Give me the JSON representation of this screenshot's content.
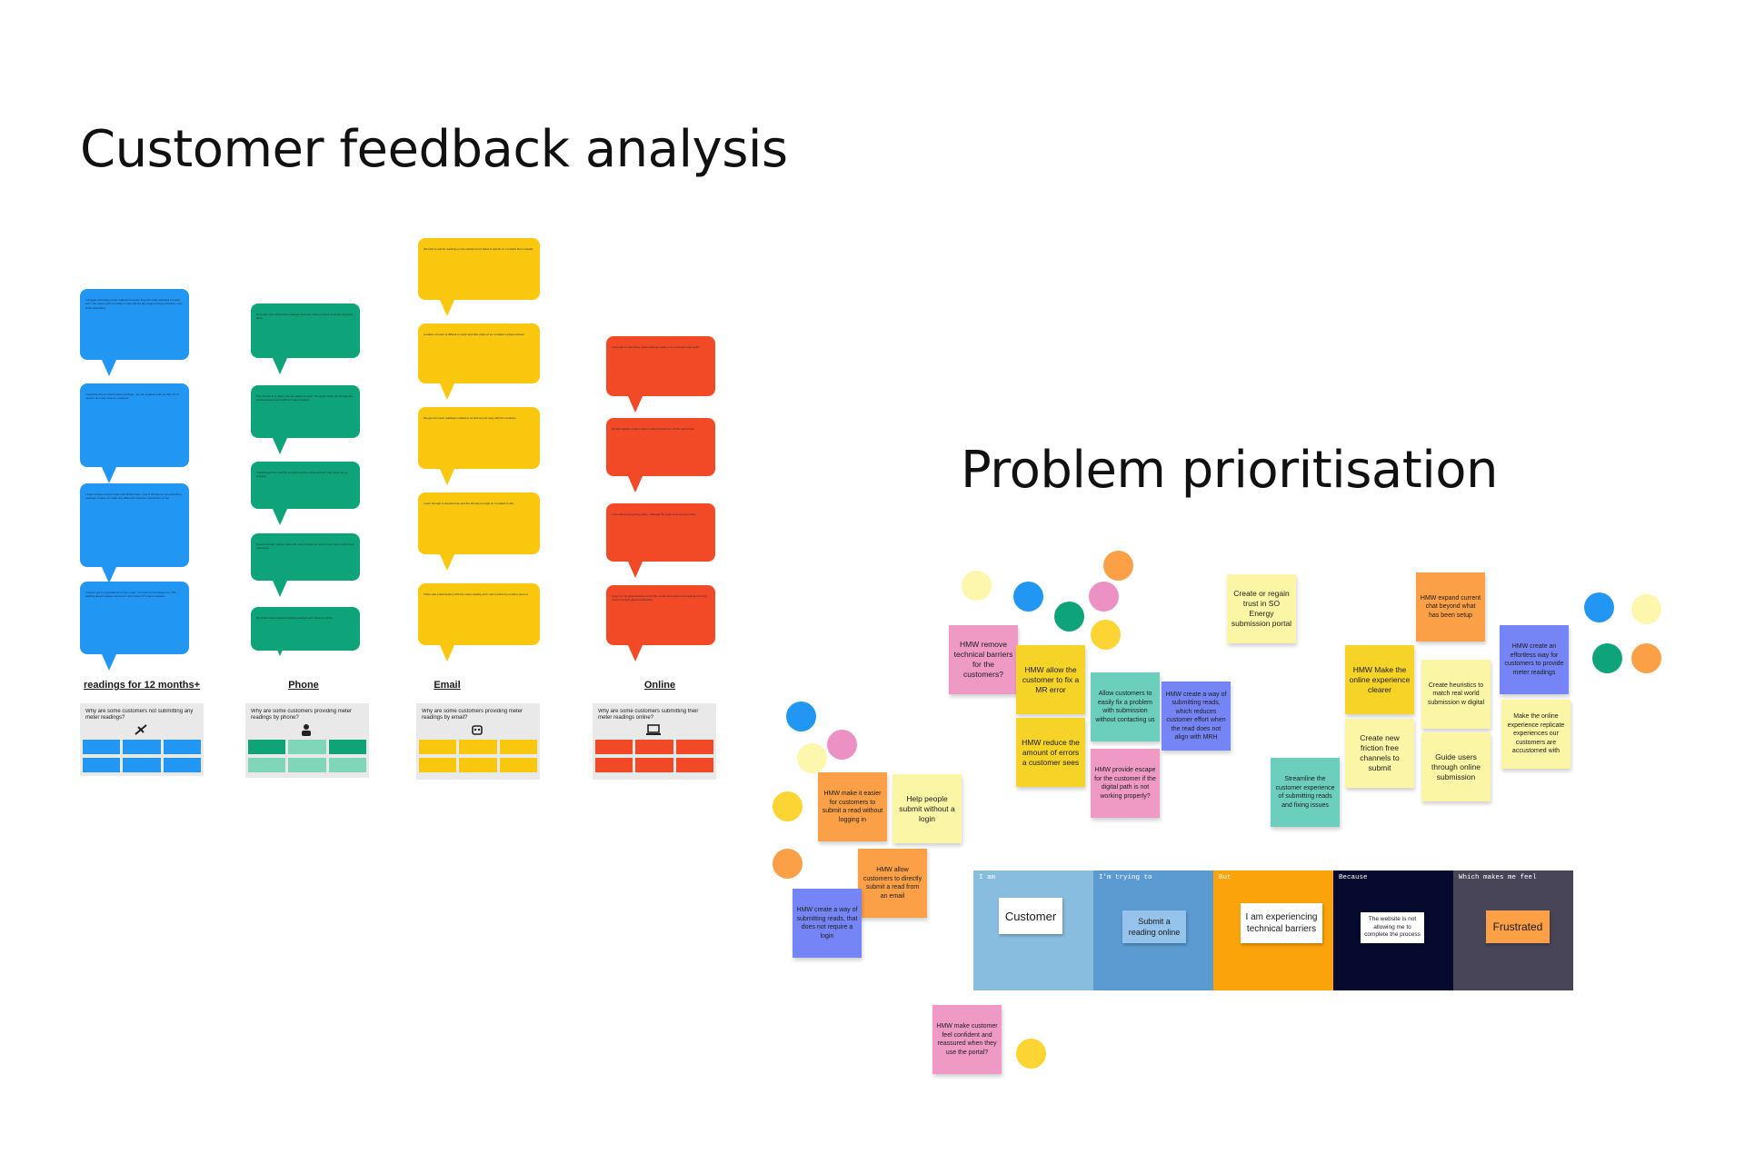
{
  "titles": {
    "feedback": "Customer feedback analysis",
    "prioritisation": "Problem prioritisation"
  },
  "columns": [
    {
      "label": "readings for 12 months+",
      "color": "#2196f3",
      "bubbles": [
        "I struggle submitting meter readings because they are really awkward to reach and I can never work out what to read and the app keeps timing out before I can finish submitting.",
        "I would be fine to submit meter readings - but the engineer told me that I don't need to do it any more so I stopped.",
        "I used to have a smart meter with British Gas - now is the best of not submitting readings. It does not make any difference whether I send them or not.",
        "I haven't got to physically be on the meter - it is hard to find where it is. The reading doesn't always send and I don't know if it's been received."
      ],
      "doc_question": "Why are some customers not submitting any meter readings?"
    },
    {
      "label": "Phone",
      "color": "#0fa37a",
      "bubbles": [
        "Not really sure what these readings mean so I have to phone to check and get it done.",
        "The number is in place and can easily be used. The agent helps me through the whole process and confirms it was received.",
        "Transitioned from another provider and the online account was never set up properly.",
        "Would normally submit online but I did not have an account so I had to phone the call centre.",
        "My smart meter stopped sending readings and I have to phone."
      ],
      "doc_question": "Why are some customers providing meter readings by phone?"
    },
    {
      "label": "Email",
      "color": "#f9c80e",
      "bubbles": [
        "We tried to submit readings on the website but it failed to submit so I emailed them instead.",
        "Location of meter is difficult to reach and take photo of so I emailed a photo instead.",
        "We get our meter readings emailed to us and we just reply with the numbers.",
        "I went through a stressful time and the bill was too high so I emailed to ask.",
        "There was a discrepancy with the meter reading and I sent a photo by email to prove it."
      ],
      "doc_question": "Why are some customers providing meter readings by email?"
    },
    {
      "label": "Online",
      "color": "#f24a26",
      "bubbles": [
        "I am used to submitting meter readings online, it is convenient and quick.",
        "My last supplier made it easy to submit online so I do the same here.",
        "I can submit everything online - although the login is sometimes tricky.",
        "I log in to my account at the end of the month and submit the readings from my meters for both gas and electricity."
      ],
      "doc_question": "Why are some customers submitting their meter readings online?"
    }
  ],
  "sticky_notes": {
    "remove_barriers": "HMW remove technical barriers for the customers?",
    "fix_mr_error": "HMW allow the customer to fix a MR error",
    "reduce_errors": "HMW reduce the amount of errors a customer sees",
    "easily_fix": "Allow customers to easily fix a problem with submission without contacting us",
    "submit_reads_way": "HMW create a way of submitting reads, which reduces customer effort when the read does not align with MRH",
    "provide_escape": "HMW provide escape for the customer if the digital path is not working properly?",
    "regain_trust": "Create or regain trust in SO Energy submission portal",
    "online_clearer": "HMW Make the online experience clearer",
    "friction_free": "Create new friction free channels to submit",
    "streamline": "Streamline the customer experience of submitting reads and fixing issues",
    "expand_chat": "HMW expand current chat beyond what has been setup",
    "heuristics": "Create heuristics to match real world submission w digital",
    "guide_users": "Guide users through online submission",
    "effortless_way": "HMW create an effortless way for customers to provide meter readings",
    "replicate": "Make the online experience replicate experiences our customers are accustomed with",
    "easier_without_login": "HMW make it easier for customers to submit a read without logging in",
    "help_without_login": "Help people submit without a login",
    "submit_from_email": "HMW allow customers to directly submit a read from an email",
    "no_login_way": "HMW create a way of submitting reads, that does not require a login",
    "confident": "HMW make customer feel confident and reassured when they use the portal?"
  },
  "journey": [
    {
      "header": "I am",
      "card": "Customer",
      "bg": "#88bde0"
    },
    {
      "header": "I'm trying to",
      "card": "Submit a reading online",
      "bg": "#5b9bd1"
    },
    {
      "header": "But",
      "card": "I am experiencing technical barriers",
      "bg": "#fba30a"
    },
    {
      "header": "Because",
      "card": "The website is not allowing me to complete the process",
      "bg": "#050a2e"
    },
    {
      "header": "Which makes me feel",
      "card": "Frustrated",
      "bg": "#484559"
    }
  ]
}
